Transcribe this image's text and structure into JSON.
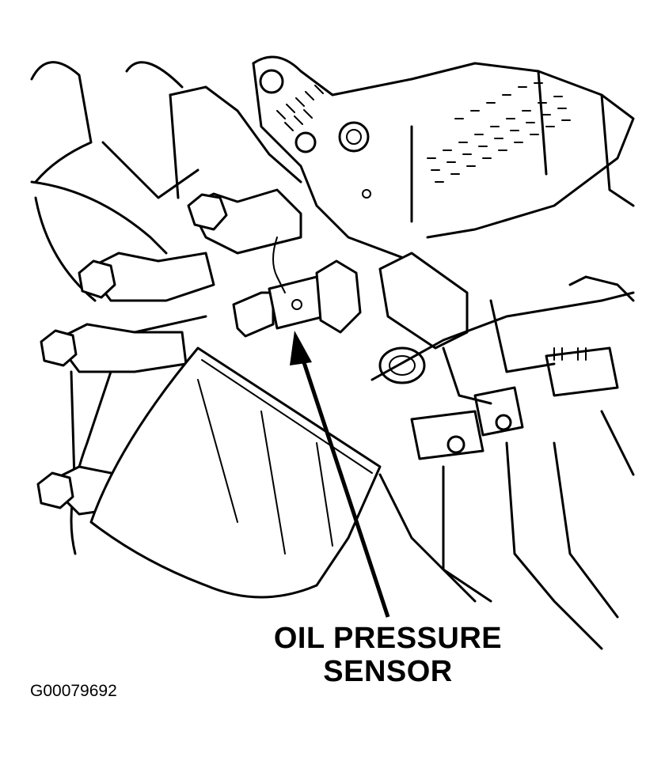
{
  "diagram": {
    "callout_line1": "OIL PRESSURE",
    "callout_line2": "SENSOR",
    "figure_id": "G00079692"
  }
}
